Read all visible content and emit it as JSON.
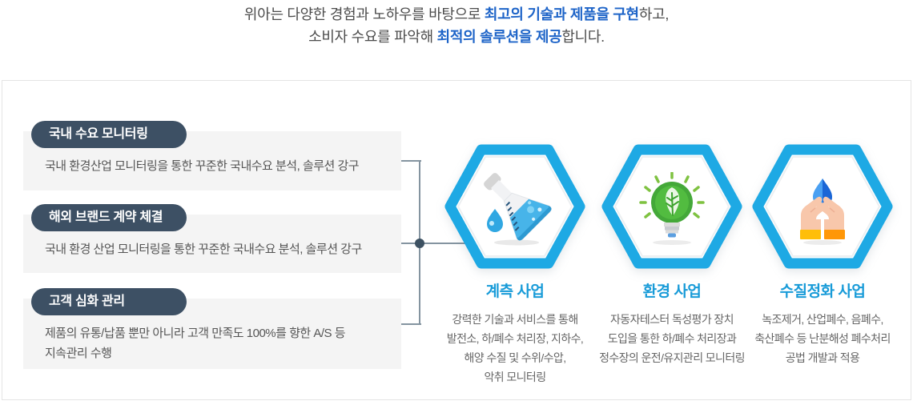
{
  "header": {
    "line1_pre": "위아는 다양한 경험과 노하우를 바탕으로 ",
    "line1_em": "최고의 기술과 제품을 구현",
    "line1_post": "하고,",
    "line2_pre": "소비자 수요를 파악해 ",
    "line2_em": "최적의 솔루션을 제공",
    "line2_post": "합니다."
  },
  "strategies": [
    {
      "label": "국내 수요 모니터링",
      "description": "국내 환경산업 모니터링을 통한 꾸준한 국내수요 분석, 솔루션 강구"
    },
    {
      "label": "해외 브랜드 계약 체결",
      "description": "국내 환경 산업 모니터링을 통한 꾸준한 국내수요 분석, 솔루션 강구"
    },
    {
      "label": "고객 심화 관리",
      "description": "제품의 유통/납품 뿐만 아니라 고객 만족도 100%를 향한 A/S 등\n지속관리 수행"
    }
  ],
  "businesses": [
    {
      "title": "계측 사업",
      "icon": "flask-beaker-icon",
      "description": "강력한 기술과 서비스를 통해\n발전소, 하/폐수 처리장, 지하수,\n해양 수질 및 수위/수압,\n악취 모니터링"
    },
    {
      "title": "환경 사업",
      "icon": "eco-lightbulb-icon",
      "description": "자동자테스터 독성평가 장치\n도입을 통한 하/폐수 처리장과\n정수장의 운전/유지관리 모니터링"
    },
    {
      "title": "수질정화 사업",
      "icon": "hands-water-drop-icon",
      "description": "녹조제거, 산업폐수, 음폐수,\n축산폐수 등 난분해성 폐수처리\n공법 개발과 적용"
    }
  ],
  "colors": {
    "accent_blue": "#1e64c8",
    "title_cyan": "#189bd8",
    "hexagon_cyan": "#1ea9e4",
    "pill_slate": "#3d5064",
    "connector_line": "#8494a0",
    "connector_dot": "#3d5162",
    "box_gray": "#f4f4f4"
  }
}
